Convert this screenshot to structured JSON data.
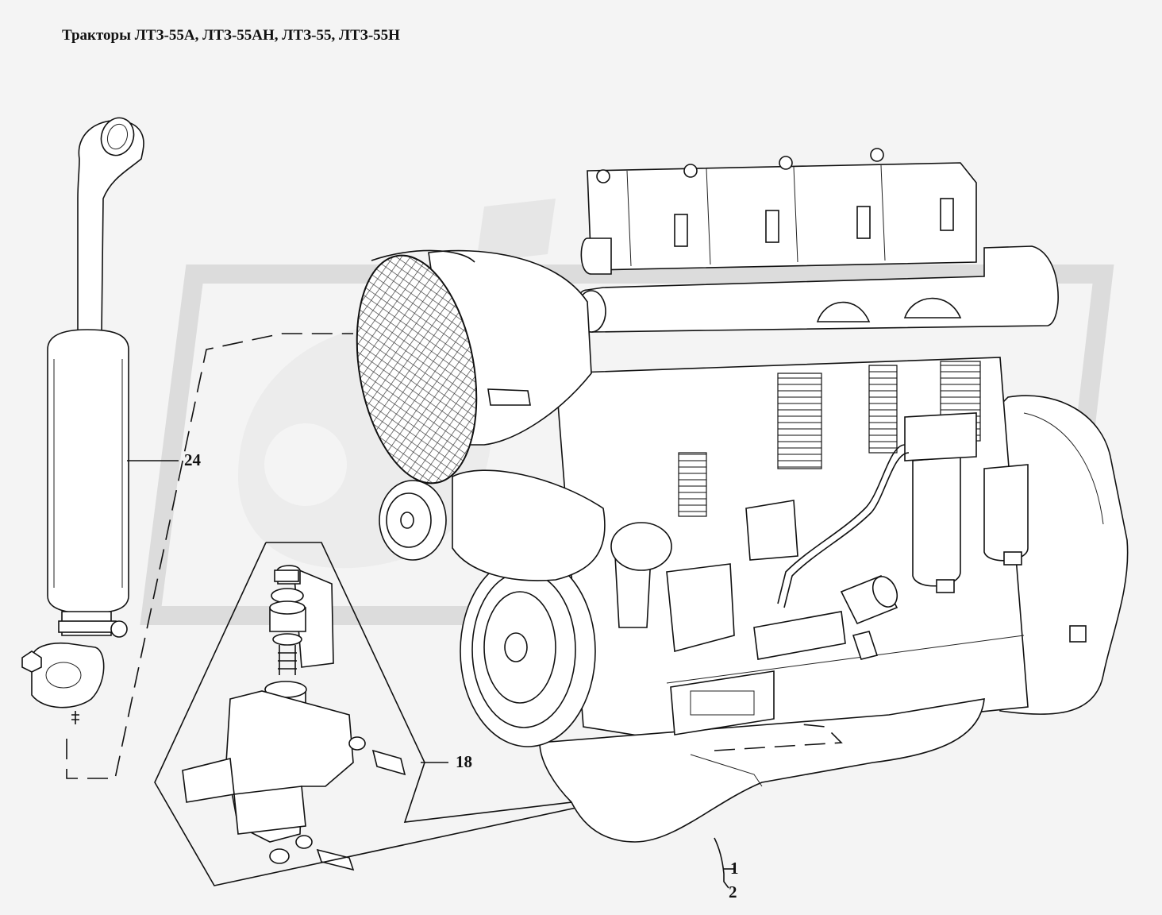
{
  "title": "Тракторы ЛТЗ-55А, ЛТЗ-55АН, ЛТЗ-55, ЛТЗ-55Н",
  "callouts": {
    "muffler": "24",
    "engine_mount": "18",
    "engine": "1",
    "engine_alt": "2"
  },
  "colors": {
    "background": "#f4f4f4",
    "watermark": "#e0e0e0",
    "line": "#111111"
  }
}
